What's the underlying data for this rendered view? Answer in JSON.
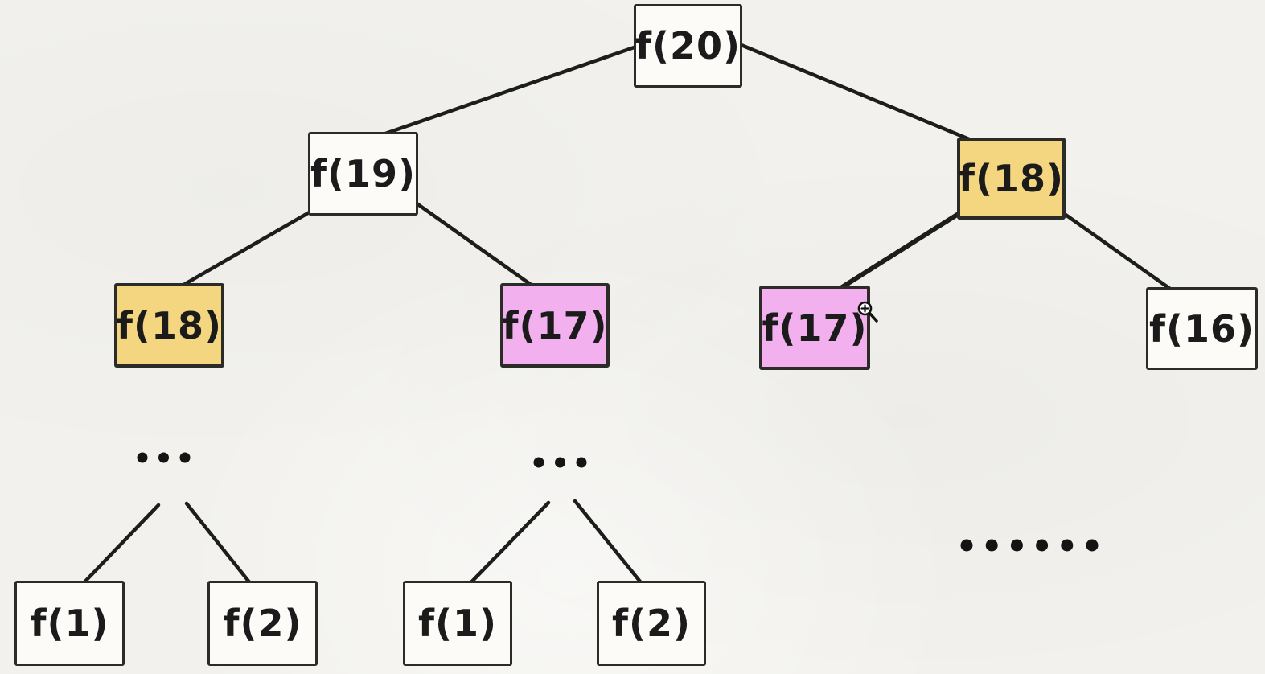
{
  "diagram": {
    "nodes": {
      "f20": {
        "label": "f(20)",
        "fill": "#fcfbf8"
      },
      "f19": {
        "label": "f(19)",
        "fill": "#fcfbf8"
      },
      "f18_right": {
        "label": "f(18)",
        "fill": "#f3d67f"
      },
      "f18_left": {
        "label": "f(18)",
        "fill": "#f3d67f"
      },
      "f17_middle": {
        "label": "f(17)",
        "fill": "#f2b1ee"
      },
      "f17_right": {
        "label": "f(17)",
        "fill": "#f2b1ee"
      },
      "f16": {
        "label": "f(16)",
        "fill": "#fcfbf8"
      },
      "f1_bottom_left": {
        "label": "f(1)",
        "fill": "#fcfbf8"
      },
      "f2_bottom_left": {
        "label": "f(2)",
        "fill": "#fcfbf8"
      },
      "f1_bottom_middle": {
        "label": "f(1)",
        "fill": "#fcfbf8"
      },
      "f2_bottom_middle": {
        "label": "f(2)",
        "fill": "#fcfbf8"
      }
    },
    "edges": [
      [
        "f20",
        "f19"
      ],
      [
        "f20",
        "f18_right"
      ],
      [
        "f19",
        "f18_left"
      ],
      [
        "f19",
        "f17_middle"
      ],
      [
        "f18_right",
        "f17_right"
      ],
      [
        "f18_right",
        "f16"
      ],
      [
        "ellipsis_left",
        "f1_bottom_left"
      ],
      [
        "ellipsis_left",
        "f2_bottom_left"
      ],
      [
        "ellipsis_middle",
        "f1_bottom_middle"
      ],
      [
        "ellipsis_middle",
        "f2_bottom_middle"
      ]
    ],
    "ellipses": {
      "left": {
        "dots": 3
      },
      "middle": {
        "dots": 3
      },
      "right": {
        "dots": 6
      }
    },
    "cursor_icon": "zoom-in-magnifier-icon"
  },
  "colors": {
    "background": "#f2f1ed",
    "node_border": "#2b2b28",
    "node_plain": "#fcfbf8",
    "node_orange": "#f3d67f",
    "node_pink": "#f2b1ee",
    "edge": "#1d1d1d",
    "dot": "#141414"
  }
}
